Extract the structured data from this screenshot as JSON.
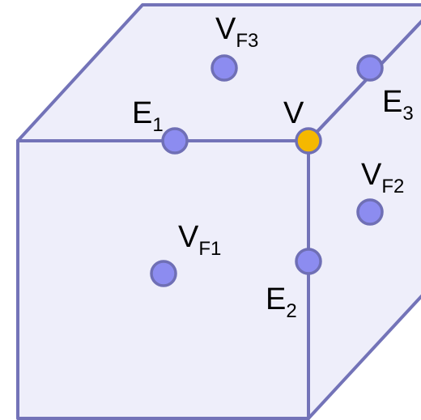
{
  "colors": {
    "face_fill": "#eeeefa",
    "edge_stroke": "#7373b8",
    "point_fill": "#8c8cf0",
    "vertex_fill": "#f5b800"
  },
  "labels": {
    "vf3": {
      "main": "V",
      "sub": "F3"
    },
    "e3": {
      "main": "E",
      "sub": "3"
    },
    "e1": {
      "main": "E",
      "sub": "1"
    },
    "v": {
      "main": "V"
    },
    "vf2": {
      "main": "V",
      "sub": "F2"
    },
    "vf1": {
      "main": "V",
      "sub": "F1"
    },
    "e2": {
      "main": "E",
      "sub": "2"
    }
  }
}
